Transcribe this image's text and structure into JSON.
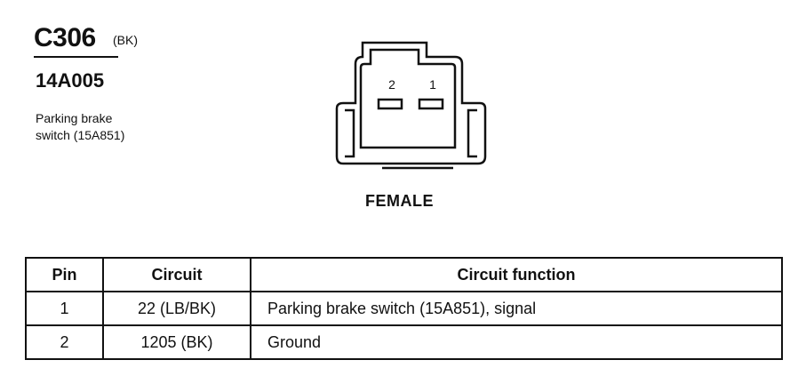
{
  "header": {
    "connector_id": "C306",
    "connector_color": "(BK)",
    "part_number": "14A005",
    "description_line1": "Parking brake",
    "description_line2": "switch (15A851)"
  },
  "connector": {
    "pin_labels": [
      "2",
      "1"
    ],
    "gender": "FEMALE"
  },
  "table": {
    "headers": [
      "Pin",
      "Circuit",
      "Circuit function"
    ],
    "rows": [
      {
        "pin": "1",
        "circuit": "22 (LB/BK)",
        "function": "Parking brake switch (15A851), signal"
      },
      {
        "pin": "2",
        "circuit": "1205 (BK)",
        "function": "Ground"
      }
    ]
  }
}
